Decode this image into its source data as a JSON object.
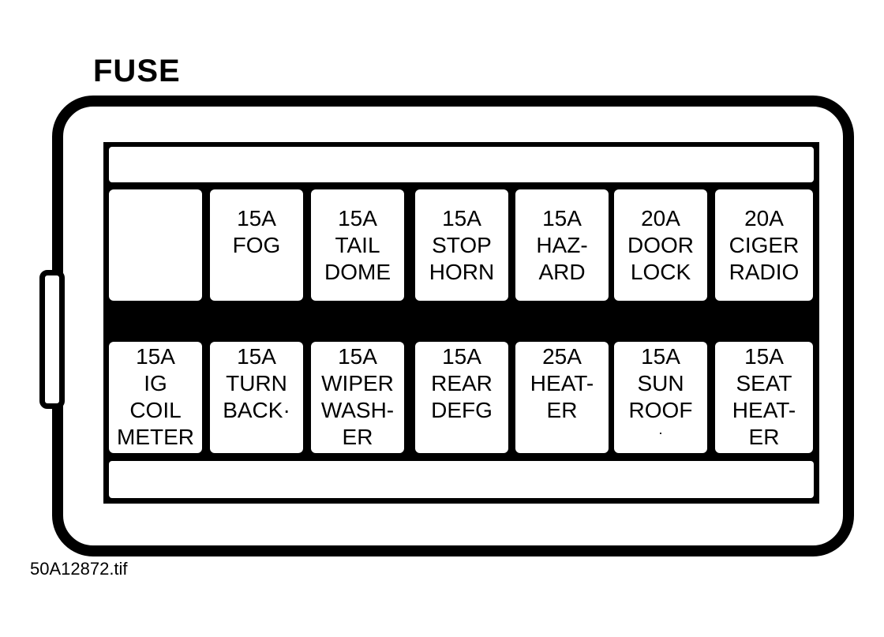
{
  "title": "FUSE",
  "footer": "50A12872.tif",
  "top_row": [
    {
      "lines": []
    },
    {
      "lines": [
        "15A",
        "FOG"
      ]
    },
    {
      "lines": [
        "15A",
        "TAIL",
        "DOME"
      ]
    },
    {
      "lines": [
        "15A",
        "STOP",
        "HORN"
      ]
    },
    {
      "lines": [
        "15A",
        "HAZ-",
        "ARD"
      ]
    },
    {
      "lines": [
        "20A",
        "DOOR",
        "LOCK"
      ]
    },
    {
      "lines": [
        "20A",
        "CIGER",
        "RADIO"
      ]
    }
  ],
  "bottom_row": [
    {
      "lines": [
        "15A",
        "IG",
        "COIL",
        "METER"
      ]
    },
    {
      "lines": [
        "15A",
        "TURN",
        "BACK·"
      ]
    },
    {
      "lines": [
        "15A",
        "WIPER",
        "WASH-",
        "ER"
      ]
    },
    {
      "lines": [
        "15A",
        "REAR",
        "DEFG"
      ]
    },
    {
      "lines": [
        "25A",
        "HEAT-",
        "ER"
      ]
    },
    {
      "lines": [
        "15A",
        "SUN",
        "ROOF",
        "·"
      ]
    },
    {
      "lines": [
        "15A",
        "SEAT",
        "HEAT-",
        "ER"
      ]
    }
  ]
}
